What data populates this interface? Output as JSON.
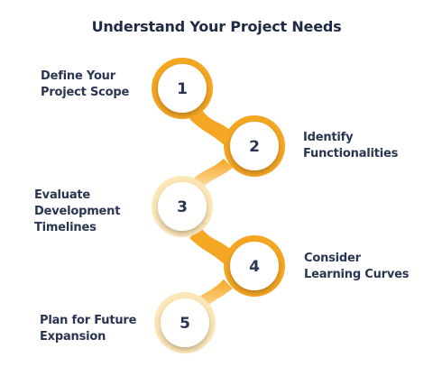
{
  "title": "Understand Your Project Needs",
  "colors": {
    "accent": "#f5a623",
    "accent_light": "#fde7b8",
    "text": "#2a3552",
    "circle_fill": "#ffffff"
  },
  "steps": [
    {
      "number": "1",
      "label": "Define Your\nProject Scope",
      "side": "left"
    },
    {
      "number": "2",
      "label": "Identify\nFunctionalities",
      "side": "right"
    },
    {
      "number": "3",
      "label": "Evaluate\nDevelopment\nTimelines",
      "side": "left"
    },
    {
      "number": "4",
      "label": "Consider\nLearning Curves",
      "side": "right"
    },
    {
      "number": "5",
      "label": "Plan for Future\nExpansion",
      "side": "left"
    }
  ]
}
